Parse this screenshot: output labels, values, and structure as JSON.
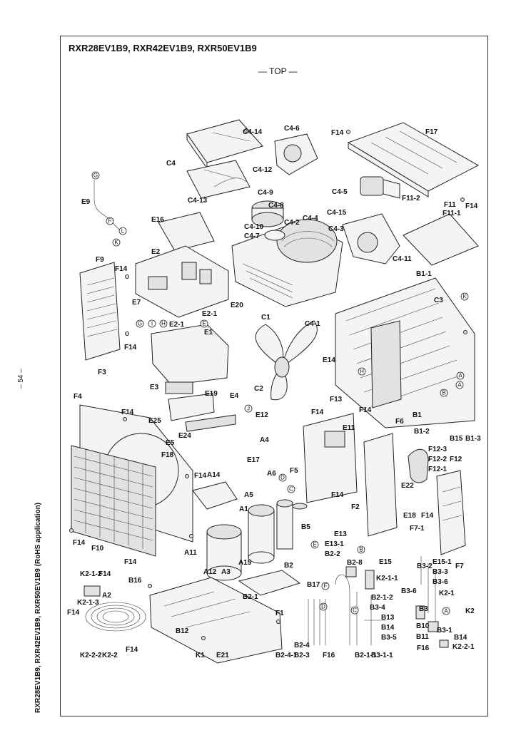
{
  "header": {
    "models": "RXR28EV1B9, RXR42EV1B9, RXR50EV1B9",
    "view": "— TOP —"
  },
  "margin": {
    "side_text": "RXR28EV1B9, RXR42EV1B9, RXR50EV1B9 (RoHS application)",
    "page_number": "– 54 –"
  },
  "callouts": [
    "C4-14",
    "C4-6",
    "F14",
    "F17",
    "C4",
    "C4-12",
    "C4-13",
    "C4-9",
    "C4-5",
    "C4-8",
    "F11-2",
    "F11",
    "F14",
    "E9",
    "C4-10",
    "C4-4",
    "C4-15",
    "C4-2",
    "C4-3",
    "F11-1",
    "E16",
    "C4-7",
    "E2",
    "C4-11",
    "B1-1",
    "F9",
    "F14",
    "C3",
    "E7",
    "E2-1",
    "E20",
    "C1",
    "C4-1",
    "E2-1",
    "E1",
    "F14",
    "E14",
    "F3",
    "E3",
    "E19",
    "E4",
    "C2",
    "F13",
    "B1",
    "F4",
    "F14",
    "E25",
    "F6",
    "F14",
    "B1-2",
    "B15",
    "B1-3",
    "E24",
    "E12",
    "F14",
    "E11",
    "E5",
    "A4",
    "F12-3",
    "F12-2",
    "F12",
    "F12-1",
    "F18",
    "E17",
    "F5",
    "A14",
    "A6",
    "E22",
    "F14",
    "A5",
    "F14",
    "F2",
    "E18",
    "F14",
    "A1",
    "B5",
    "F7-1",
    "F7",
    "F10",
    "F14",
    "F14",
    "A11",
    "A12",
    "A3",
    "A15",
    "B2",
    "E13",
    "E13-1",
    "B2-2",
    "B2-8",
    "E15",
    "E15-1",
    "B3-3",
    "B3-2",
    "B3-6",
    "B3-6",
    "K2-1",
    "K2-1-2",
    "F14",
    "B16",
    "B17",
    "K2-1-1",
    "K2-1-3",
    "A2",
    "B2-1",
    "B2-1-2",
    "B3-4",
    "B3",
    "K2",
    "F14",
    "F1",
    "B12",
    "B13",
    "B14",
    "B3-5",
    "B10",
    "B3-1",
    "B11",
    "B14",
    "K2-2-1",
    "K2-2-2",
    "K2-2",
    "F14",
    "K1",
    "E21",
    "B2-4-1",
    "B2-4",
    "B2-3",
    "F16",
    "B2-1-1",
    "B3-1-1",
    "F16"
  ],
  "connectors": [
    "G",
    "F",
    "L",
    "K",
    "G",
    "I",
    "H",
    "E",
    "K",
    "H",
    "A",
    "B",
    "J",
    "D",
    "C",
    "E",
    "B",
    "F",
    "D",
    "C",
    "A",
    "A"
  ]
}
